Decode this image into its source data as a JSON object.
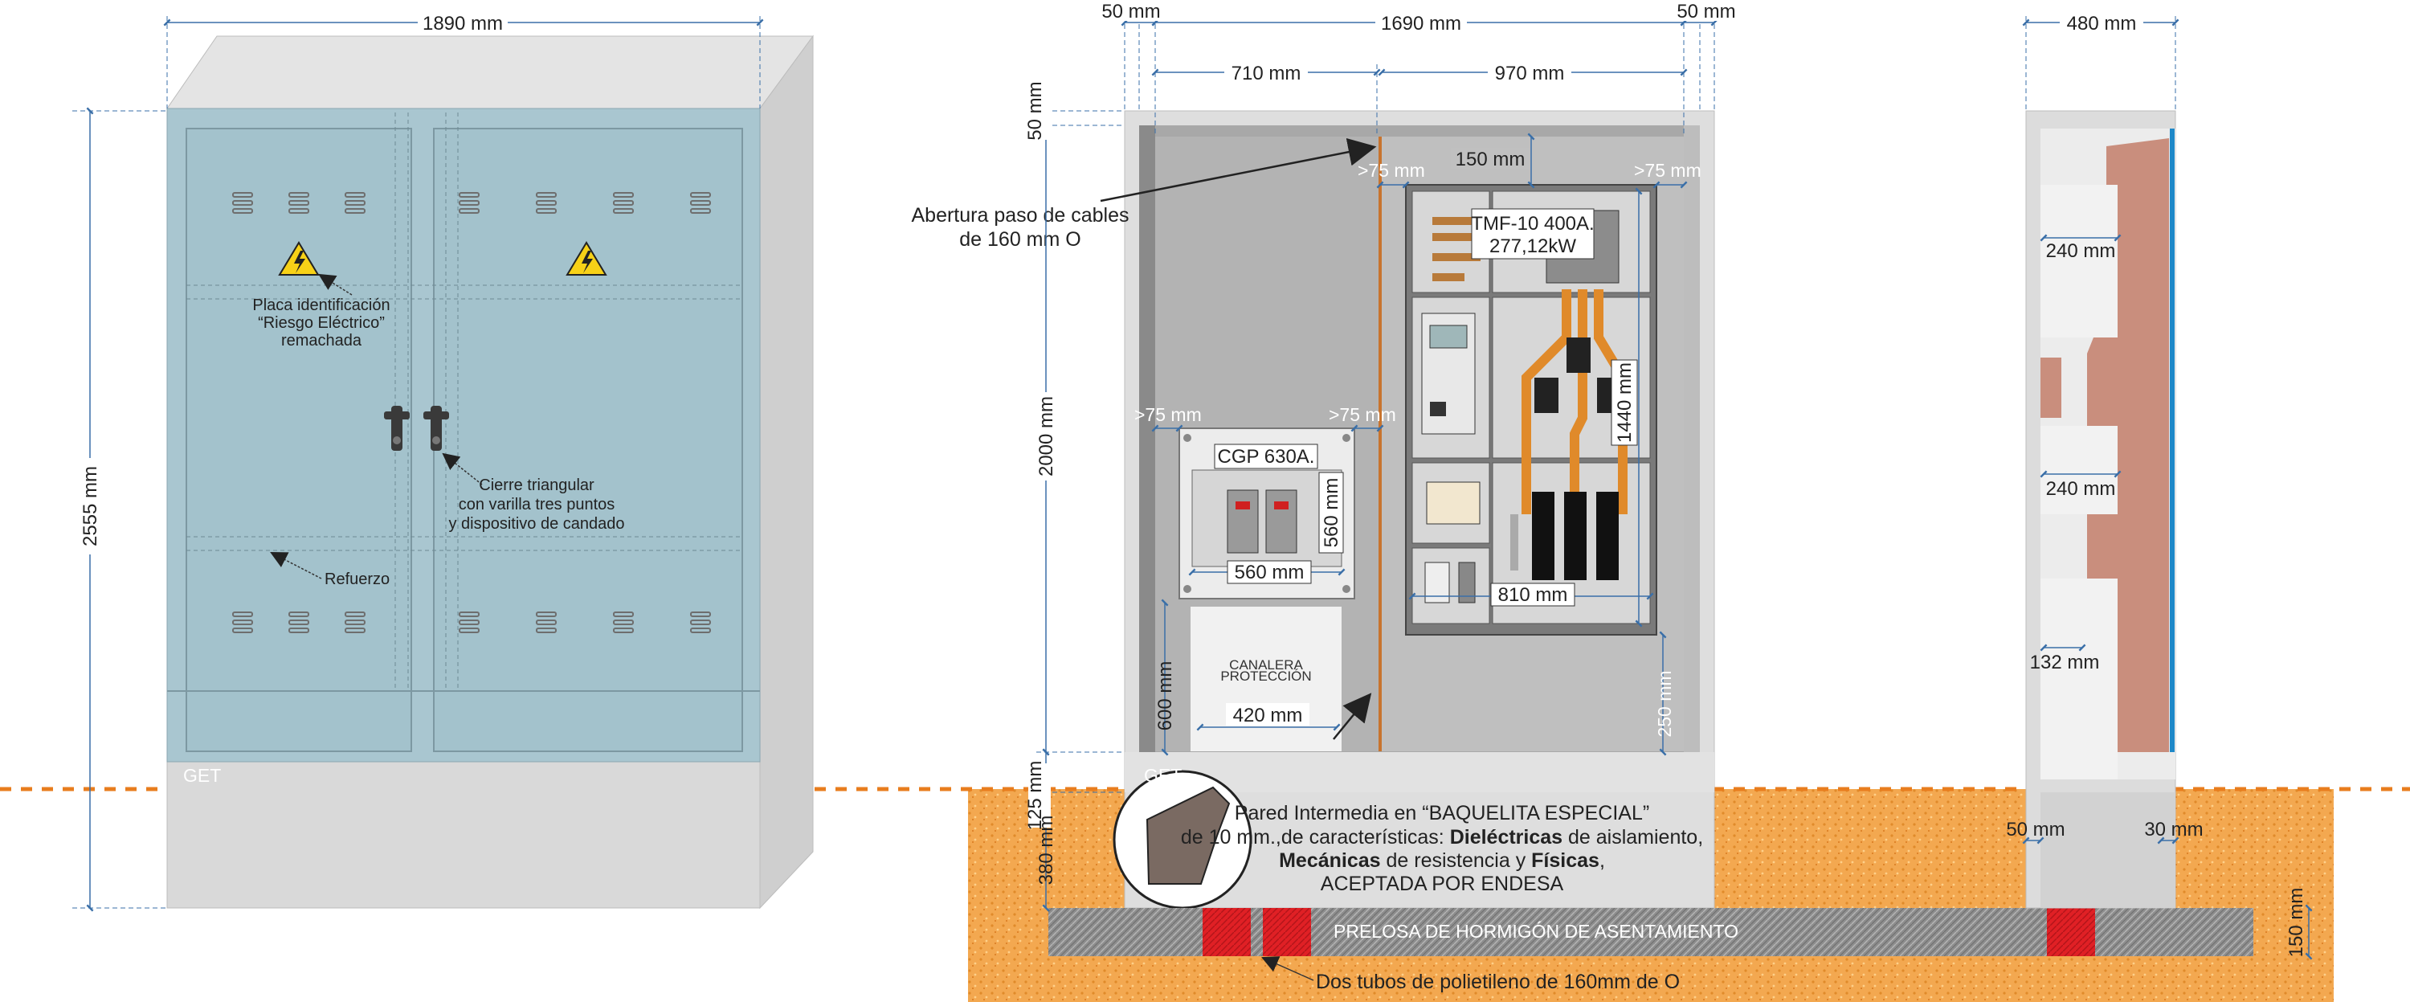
{
  "front_view": {
    "width_dim": "1890 mm",
    "height_dim": "2555 mm",
    "plate_label": [
      "Placa identificación",
      "“Riesgo Eléctrico”",
      "remachada"
    ],
    "lock_label": [
      "Cierre triangular",
      "con varilla tres puntos",
      "y dispositivo de candado"
    ],
    "reinforce_label": "Refuerzo",
    "brand": "GET"
  },
  "center_view": {
    "dim_50_left": "50 mm",
    "dim_1690": "1690 mm",
    "dim_50_right": "50 mm",
    "dim_710": "710 mm",
    "dim_970": "970 mm",
    "dim_50_top": "50 mm",
    "dim_gt75_a": ">75 mm",
    "dim_150": "150 mm",
    "dim_gt75_b": ">75 mm",
    "dim_2000": "2000 mm",
    "dim_gt75_c": ">75 mm",
    "dim_gt75_d": ">75 mm",
    "cable_label": [
      "Abertura paso de cables",
      "de 160 mm O"
    ],
    "tmf_label": [
      "TMF-10 400A.",
      "277,12kW"
    ],
    "cgp_label": "CGP 630A.",
    "dim_560_v": "560 mm",
    "dim_560_h": "560 mm",
    "dim_1440": "1440 mm",
    "dim_810": "810 mm",
    "canalera": [
      "CANALERA",
      "PROTECCIÓN"
    ],
    "dim_420": "420 mm",
    "dim_600": "600 mm",
    "dim_250": "250 mm",
    "dim_125": "125 mm",
    "dim_380": "380 mm",
    "brand": "GET",
    "wall_note_l1": "Pared Intermedia en “BAQUELITA ESPECIAL”",
    "wall_note_l2a": "de 10 mm.,de características: ",
    "wall_note_l2b": "Dieléctricas",
    "wall_note_l2c": " de aislamiento,",
    "wall_note_l3a": "Mecánicas",
    "wall_note_l3b": " de resistencia y ",
    "wall_note_l3c": "Físicas",
    "wall_note_l3d": ",",
    "wall_note_l4": "ACEPTADA POR ENDESA",
    "slab_label": "PRELOSA DE HORMIGÓN DE ASENTAMIENTO",
    "tubes_label": "Dos tubos de polietileno de 160mm de O"
  },
  "side_view": {
    "dim_480": "480 mm",
    "dim_240_a": "240 mm",
    "dim_240_b": "240 mm",
    "dim_132": "132 mm",
    "dim_50": "50 mm",
    "dim_30": "30 mm",
    "dim_150": "150 mm"
  },
  "colors": {
    "cabinet_door": "#a9c6d0",
    "cabinet_body": "#d6d6d6",
    "soil": "#f1a64d",
    "ground_line": "#e87d1e",
    "dimension": "#3a6fa8",
    "tube": "#e02025",
    "side_panel": "#c98e7d"
  }
}
